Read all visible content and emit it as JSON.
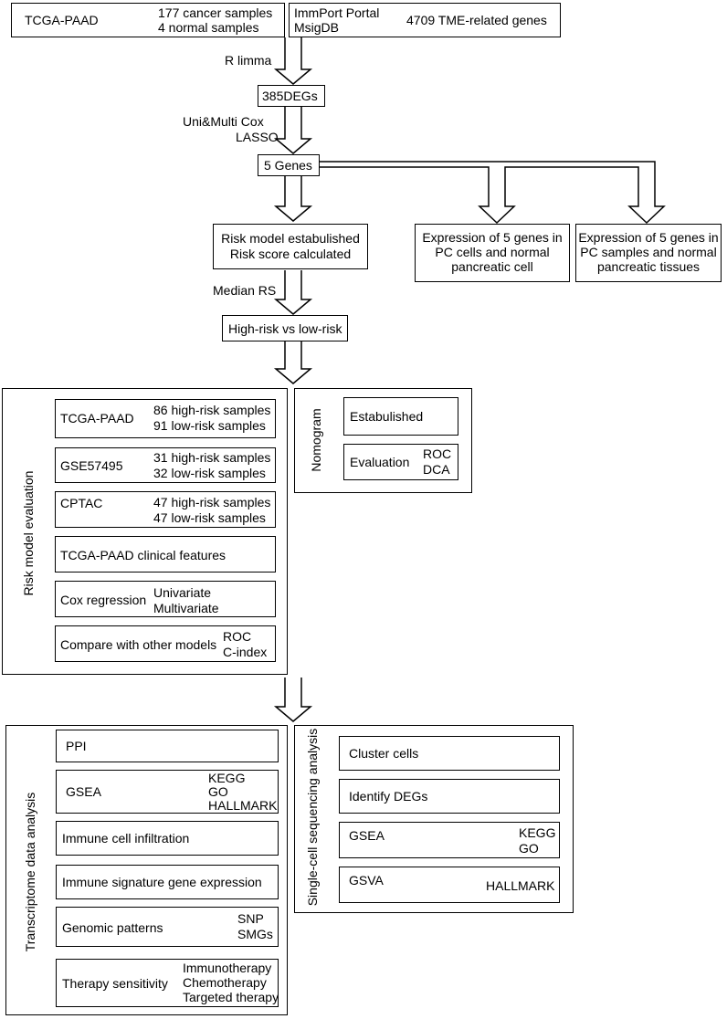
{
  "top": {
    "tcga": {
      "name": "TCGA-PAAD",
      "line1": "177 cancer samples",
      "line2": "4 normal samples"
    },
    "immport": {
      "line1": "ImmPort Portal",
      "line2": "MsigDB",
      "genes": "4709 TME-related genes"
    }
  },
  "steps": {
    "limma": "R limma",
    "degs": "385DEGs",
    "cox": "Uni&Multi Cox",
    "lasso": "LASSO",
    "genes": "5 Genes",
    "risk_model_1": "Risk model estabulished",
    "risk_model_2": "Risk score calculated",
    "expr_cells": "Expression of 5 genes in PC cells and normal pancreatic cell",
    "expr_samples": "Expression of 5 genes in PC samples and normal pancreatic tissues",
    "median_rs": "Median RS",
    "high_low": "High-risk vs low-risk"
  },
  "risk_eval": {
    "title": "Risk model evaluation",
    "tcga": {
      "name": "TCGA-PAAD",
      "l1": "86 high-risk samples",
      "l2": "91 low-risk samples"
    },
    "gse": {
      "name": "GSE57495",
      "l1": "31 high-risk samples",
      "l2": "32 low-risk samples"
    },
    "cptac": {
      "name": "CPTAC",
      "l1": "47 high-risk samples",
      "l2": "47 low-risk samples"
    },
    "clinical": "TCGA-PAAD clinical features",
    "cox": {
      "name": "Cox regression",
      "l1": "Univariate",
      "l2": "Multivariate"
    },
    "compare": {
      "name": "Compare with other models",
      "l1": "ROC",
      "l2": "C-index"
    }
  },
  "nomogram": {
    "title": "Nomogram",
    "established": "Estabulished",
    "evaluation": {
      "name": "Evaluation",
      "l1": "ROC",
      "l2": "DCA"
    }
  },
  "transcriptome": {
    "title": "Transcriptome data analysis",
    "ppi": "PPI",
    "gsea": {
      "name": "GSEA",
      "l1": "KEGG",
      "l2": "GO",
      "l3": "HALLMARK"
    },
    "immune_infil": "Immune cell infiltration",
    "immune_sig": "Immune signature gene expression",
    "genomic": {
      "name": "Genomic patterns",
      "l1": "SNP",
      "l2": "SMGs"
    },
    "therapy": {
      "name": "Therapy sensitivity",
      "l1": "Immunotherapy",
      "l2": "Chemotherapy",
      "l3": "Targeted therapy"
    }
  },
  "single_cell": {
    "title": "Single-cell sequencing analysis",
    "cluster": "Cluster cells",
    "degs": "Identify DEGs",
    "gsea": {
      "name": "GSEA",
      "l1": "KEGG",
      "l2": "GO"
    },
    "gsva": {
      "name": "GSVA",
      "l1": "HALLMARK"
    }
  }
}
